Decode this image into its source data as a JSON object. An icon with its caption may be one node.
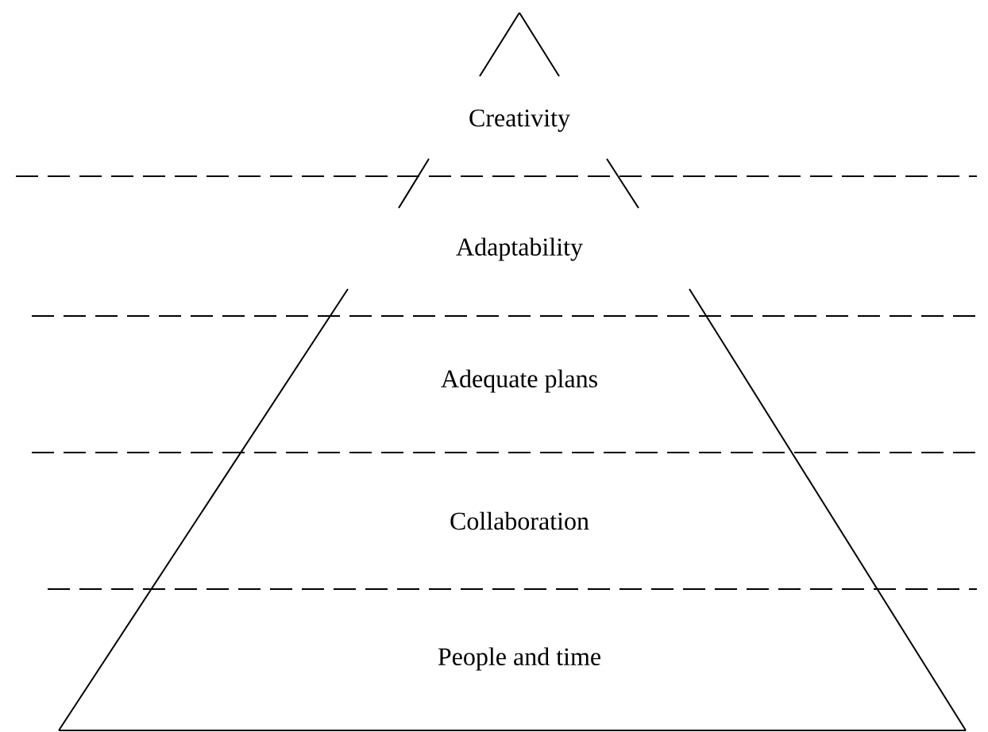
{
  "diagram": {
    "nodes": [
      {
        "text": [
          "Creativity"
        ]
      },
      {
        "text": [
          "Adaptability"
        ]
      },
      {
        "text": [
          "Adequate plans"
        ]
      },
      {
        "text": [
          "Collaboration"
        ]
      },
      {
        "text": [
          "People and time"
        ]
      }
    ]
  }
}
